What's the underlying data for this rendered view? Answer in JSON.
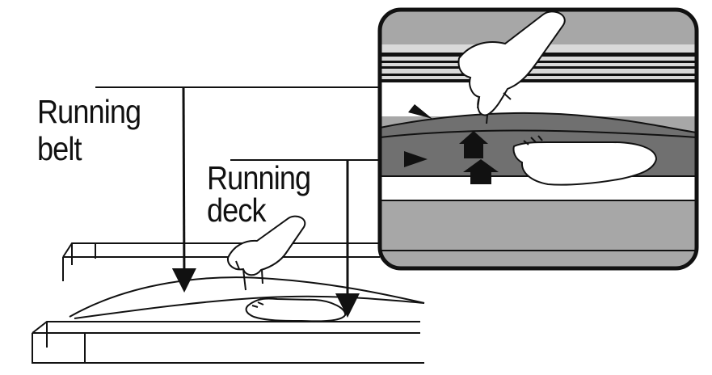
{
  "labels": {
    "running_belt_line1": "Running",
    "running_belt_line2": "belt",
    "running_deck_line1": "Running",
    "running_deck_line2": "deck"
  },
  "colors": {
    "line": "#111111",
    "inset_gray": "#a7a7a7",
    "belt_dark_gray": "#707070",
    "belt_light_gray": "#8e8e8e",
    "arrow_fill": "#111111"
  }
}
